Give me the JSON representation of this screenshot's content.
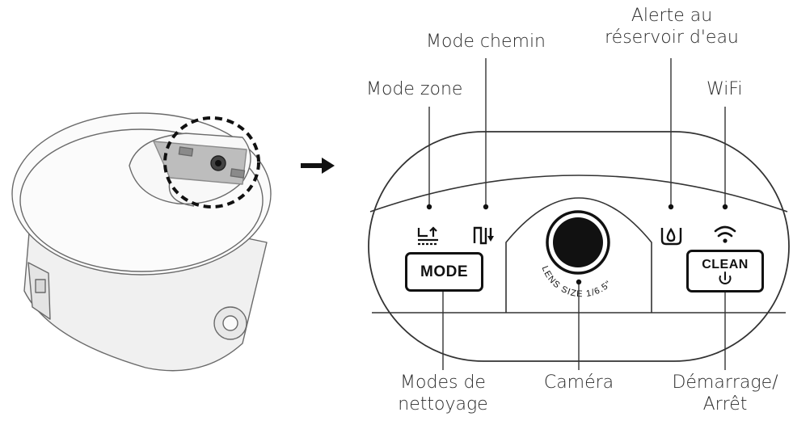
{
  "labels": {
    "mode_zone": "Mode zone",
    "mode_chemin": "Mode chemin",
    "alerte_line1": "Alerte au",
    "alerte_line2": "réservoir d'eau",
    "wifi": "WiFi",
    "modes_line1": "Modes de",
    "modes_line2": "nettoyage",
    "camera": "Caméra",
    "demarrage_line1": "Démarrage/",
    "demarrage_line2": "Arrêt"
  },
  "buttons": {
    "mode": "MODE",
    "clean": "CLEAN"
  },
  "lens_text": "LENS SIZE 1/6.5\"",
  "icons": {
    "zone": "zone-mode-icon",
    "path": "path-mode-icon",
    "water": "water-drop-icon",
    "wifi": "wifi-icon",
    "power": "power-icon",
    "arrow": "arrow-right-icon"
  },
  "colors": {
    "line": "#333333",
    "panel_fill": "#ffffff",
    "lens_dark": "#111111"
  }
}
